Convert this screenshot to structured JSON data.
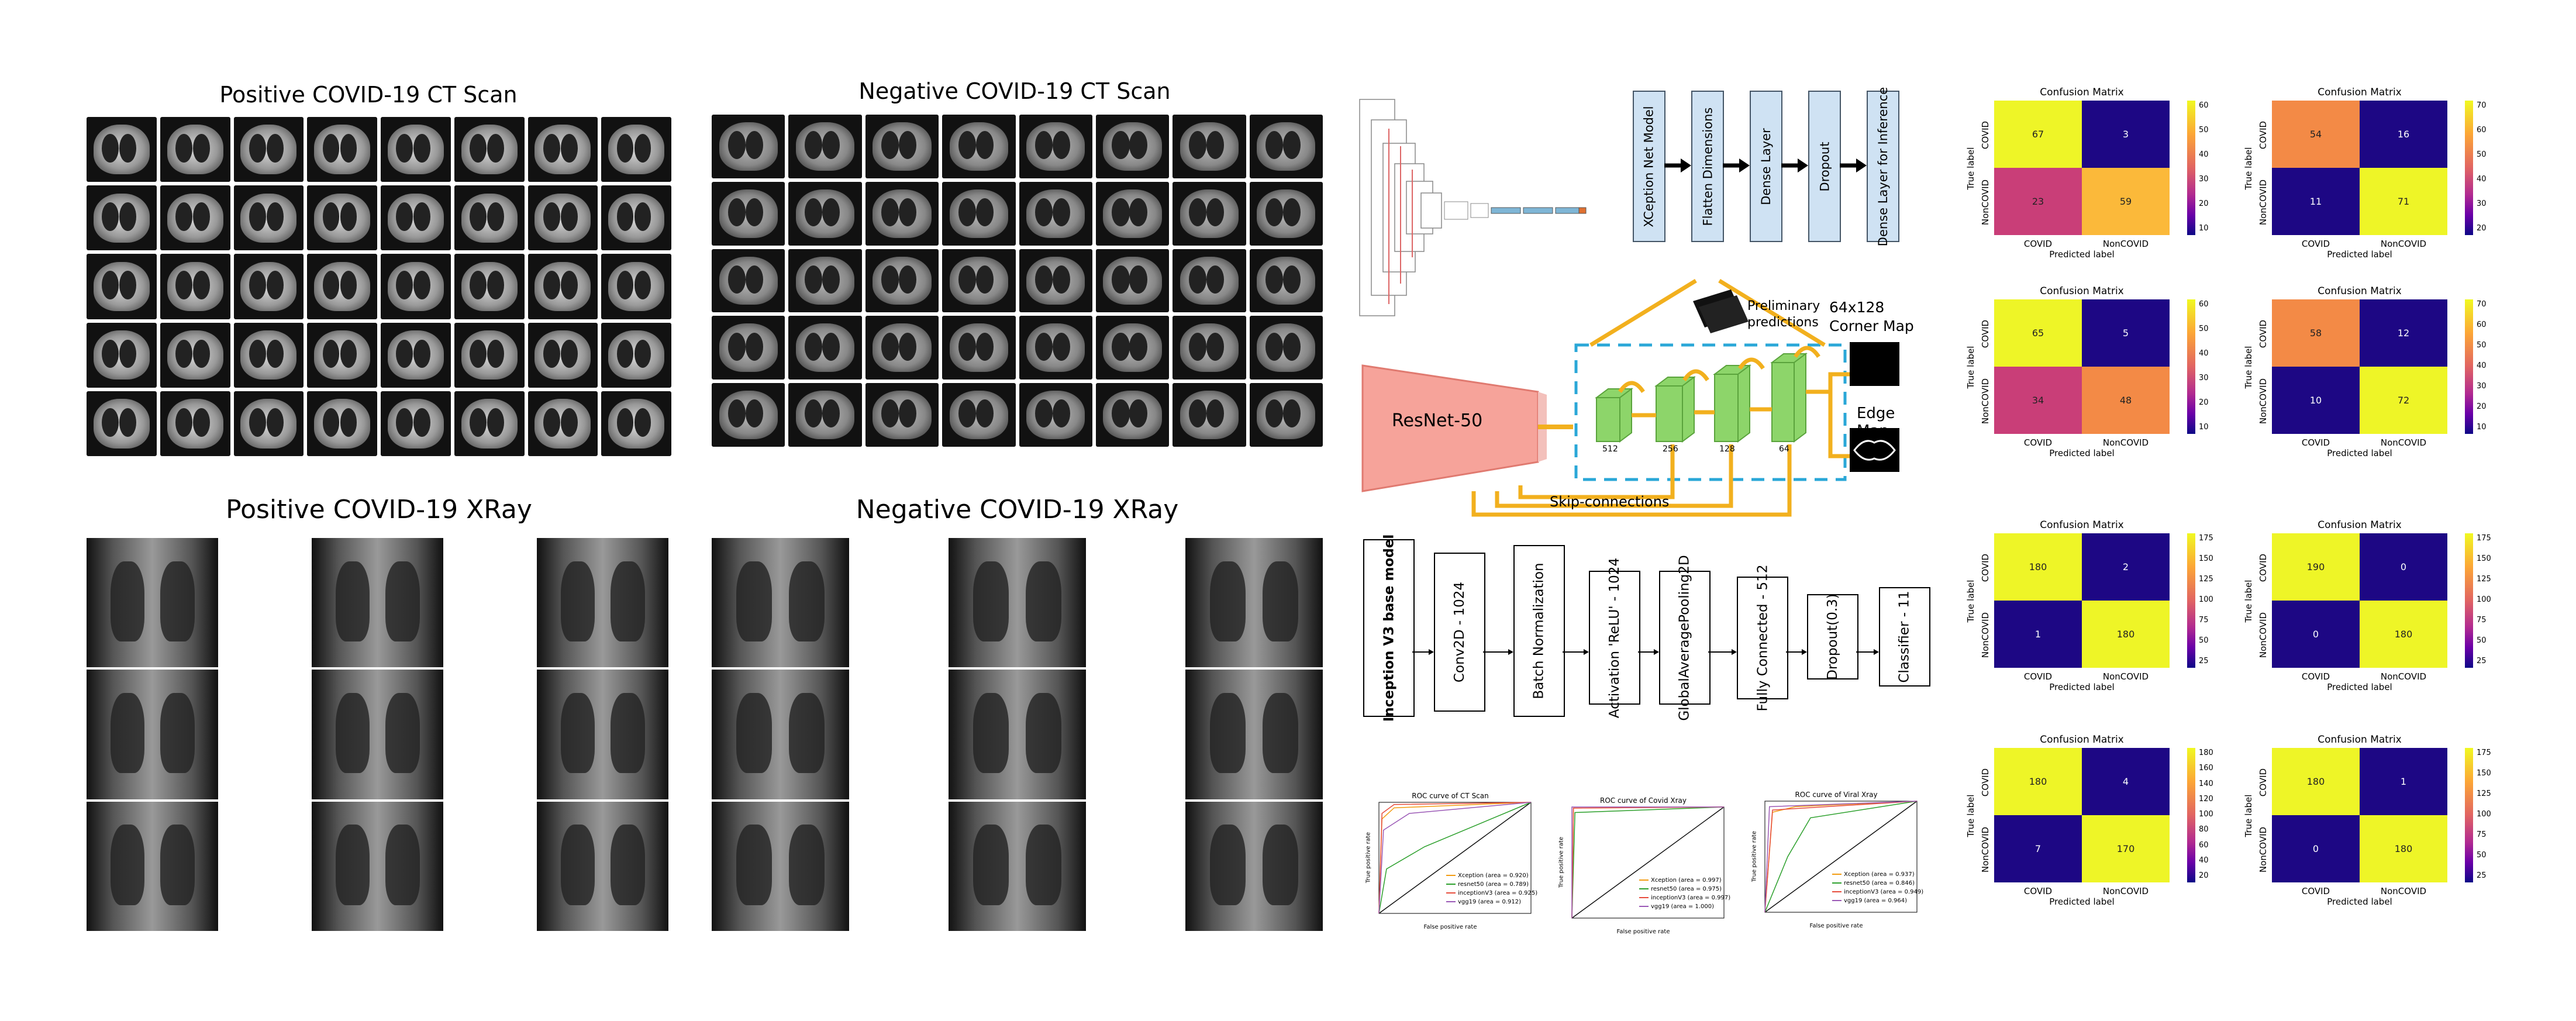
{
  "panels": {
    "ct_positive_title": "Positive COVID-19 CT Scan",
    "ct_negative_title": "Negative COVID-19 CT Scan",
    "xray_positive_title": "Positive COVID-19 XRay",
    "xray_negative_title": "Negative COVID-19 XRay"
  },
  "xception": {
    "blocks": [
      "XCeption Net Model",
      "Flatten Dimensions",
      "Dense Layer",
      "Dropout",
      "Dense Layer for Inference"
    ]
  },
  "resnet": {
    "backbone": "ResNet-50",
    "preliminary": "Preliminary predictions",
    "corner_map": "64x128\nCorner Map",
    "edge_map": "Edge Map",
    "skip": "Skip-connections",
    "channels": [
      "512",
      "256",
      "128",
      "64"
    ]
  },
  "inception": {
    "blocks": [
      "Inception V3 base model",
      "Conv2D - 1024",
      "Batch Normalization",
      "Activation 'ReLU' - 1024",
      "GlobalAveragePooling2D",
      "Fully Connected - 512",
      "Dropout(0.3)",
      "Classifier - 11"
    ]
  },
  "roc": [
    {
      "title": "ROC curve of CT Scan",
      "xlabel": "False positive rate",
      "ylabel": "True positive rate",
      "legend": [
        "Xception (area = 0.920)",
        "resnet50 (area = 0.789)",
        "inceptionV3 (area = 0.925)",
        "vgg19 (area = 0.912)"
      ]
    },
    {
      "title": "ROC curve of Covid Xray",
      "xlabel": "False positive rate",
      "ylabel": "True positive rate",
      "legend": [
        "Xception (area = 0.997)",
        "resnet50 (area = 0.975)",
        "inceptionV3 (area = 0.997)",
        "vgg19 (area = 1.000)"
      ]
    },
    {
      "title": "ROC curve of Viral Xray",
      "xlabel": "False positive rate",
      "ylabel": "True positive rate",
      "legend": [
        "Xception (area = 0.937)",
        "resnet50 (area = 0.846)",
        "inceptionV3 (area = 0.949)",
        "vgg19 (area = 0.964)"
      ]
    }
  ],
  "chart_data": [
    {
      "type": "heatmap",
      "title": "Confusion Matrix",
      "xlabel": "Predicted label",
      "ylabel": "True label",
      "categories": [
        "COVID",
        "NonCOVID"
      ],
      "values": [
        [
          67,
          3
        ],
        [
          23,
          59
        ]
      ],
      "colors": [
        "#eef527",
        "#1d0784",
        "#c93e78",
        "#fbb93a"
      ],
      "cbar": [
        "60",
        "50",
        "40",
        "30",
        "20",
        "10"
      ]
    },
    {
      "type": "heatmap",
      "title": "Confusion Matrix",
      "xlabel": "Predicted label",
      "ylabel": "True label",
      "categories": [
        "COVID",
        "NonCOVID"
      ],
      "values": [
        [
          54,
          16
        ],
        [
          11,
          71
        ]
      ],
      "colors": [
        "#f38a46",
        "#1d0784",
        "#1d0784",
        "#eef527"
      ],
      "cbar": [
        "70",
        "60",
        "50",
        "40",
        "30",
        "20"
      ]
    },
    {
      "type": "heatmap",
      "title": "Confusion Matrix",
      "xlabel": "Predicted label",
      "ylabel": "True label",
      "categories": [
        "COVID",
        "NonCOVID"
      ],
      "values": [
        [
          65,
          5
        ],
        [
          34,
          48
        ]
      ],
      "colors": [
        "#eef527",
        "#1d0784",
        "#c93e78",
        "#f38a46"
      ],
      "cbar": [
        "60",
        "50",
        "40",
        "30",
        "20",
        "10"
      ]
    },
    {
      "type": "heatmap",
      "title": "Confusion Matrix",
      "xlabel": "Predicted label",
      "ylabel": "True label",
      "categories": [
        "COVID",
        "NonCOVID"
      ],
      "values": [
        [
          58,
          12
        ],
        [
          10,
          72
        ]
      ],
      "colors": [
        "#f38a46",
        "#1d0784",
        "#1d0784",
        "#eef527"
      ],
      "cbar": [
        "70",
        "60",
        "50",
        "40",
        "30",
        "20",
        "10"
      ]
    },
    {
      "type": "heatmap",
      "title": "Confusion Matrix",
      "xlabel": "Predicted label",
      "ylabel": "True label",
      "categories": [
        "COVID",
        "NonCOVID"
      ],
      "values": [
        [
          180,
          2
        ],
        [
          1,
          180
        ]
      ],
      "colors": [
        "#eef527",
        "#1d0784",
        "#1d0784",
        "#eef527"
      ],
      "cbar": [
        "175",
        "150",
        "125",
        "100",
        "75",
        "50",
        "25"
      ]
    },
    {
      "type": "heatmap",
      "title": "Confusion Matrix",
      "xlabel": "Predicted label",
      "ylabel": "True label",
      "categories": [
        "COVID",
        "NonCOVID"
      ],
      "values": [
        [
          190,
          0
        ],
        [
          0,
          180
        ]
      ],
      "colors": [
        "#eef527",
        "#1d0784",
        "#1d0784",
        "#eef527"
      ],
      "cbar": [
        "175",
        "150",
        "125",
        "100",
        "75",
        "50",
        "25"
      ]
    },
    {
      "type": "heatmap",
      "title": "Confusion Matrix",
      "xlabel": "Predicted label",
      "ylabel": "True label",
      "categories": [
        "COVID",
        "NonCOVID"
      ],
      "values": [
        [
          180,
          4
        ],
        [
          7,
          170
        ]
      ],
      "colors": [
        "#eef527",
        "#1d0784",
        "#1d0784",
        "#eef527"
      ],
      "cbar": [
        "180",
        "160",
        "140",
        "120",
        "100",
        "80",
        "60",
        "40",
        "20"
      ]
    },
    {
      "type": "heatmap",
      "title": "Confusion Matrix",
      "xlabel": "Predicted label",
      "ylabel": "True label",
      "categories": [
        "COVID",
        "NonCOVID"
      ],
      "values": [
        [
          180,
          1
        ],
        [
          0,
          180
        ]
      ],
      "colors": [
        "#eef527",
        "#1d0784",
        "#1d0784",
        "#eef527"
      ],
      "cbar": [
        "175",
        "150",
        "125",
        "100",
        "75",
        "50",
        "25"
      ]
    }
  ]
}
